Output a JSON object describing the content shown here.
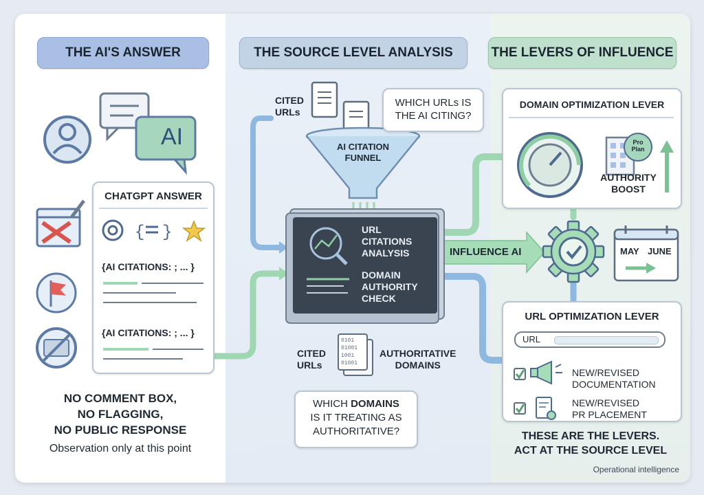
{
  "headers": {
    "left": "THE AI'S ANSWER",
    "mid": "THE SOURCE LEVEL ANALYSIS",
    "right": "THE LEVERS OF INFLUENCE"
  },
  "left": {
    "ai_badge": "AI",
    "answer_title": "CHATGPT ANSWER",
    "citation_1": "{AI CITATIONS: ; ... }",
    "citation_2": "{AI CITATIONS: ; ... }",
    "note_lines": [
      "NO COMMENT BOX,",
      "NO FLAGGING,",
      "NO PUBLIC RESPONSE"
    ],
    "observation": "Observation only at this point"
  },
  "mid": {
    "cited_urls_top": [
      "CITED",
      "URLs"
    ],
    "question_urls": [
      "WHICH URLs IS",
      "THE AI CITING?"
    ],
    "funnel_label": [
      "AI CITATION",
      "FUNNEL"
    ],
    "analysis_1": [
      "URL",
      "CITATIONS",
      "ANALYSIS"
    ],
    "analysis_2": [
      "DOMAIN",
      "AUTHORITY",
      "CHECK"
    ],
    "influence": "INFLUENCE AI",
    "cited_urls_bottom": [
      "CITED",
      "URLs"
    ],
    "authoritative_domains": [
      "AUTHORITATIVE",
      "DOMAINS"
    ],
    "binary_rows": [
      "0101",
      "01001",
      "1001",
      "01001"
    ],
    "question_domains_pre": "WHICH ",
    "question_domains_bold": "DOMAINS",
    "question_domains_rest": [
      "IS IT TREATING AS",
      "AUTHORITATIVE?"
    ]
  },
  "right": {
    "domain_lever_title": "DOMAIN OPTIMIZATION LEVER",
    "pro_plan": [
      "Pro",
      "Plan"
    ],
    "authority_boost": [
      "AUTHORITY",
      "BOOST"
    ],
    "calendar_from": "MAY",
    "calendar_to": "JUNE",
    "url_lever_title": "URL OPTIMIZATION LEVER",
    "url_field": "URL",
    "item_1": [
      "NEW/REVISED",
      "DOCUMENTATION"
    ],
    "item_2": [
      "NEW/REVISED",
      "PR PLACEMENT"
    ],
    "closing": [
      "THESE ARE THE LEVERS.",
      "ACT AT THE SOURCE LEVEL"
    ],
    "footer": "Operational intelligence"
  },
  "colors": {
    "header_left": "#a9bfe3",
    "header_mid": "#c3d3e6",
    "header_right": "#bfe0cc",
    "accent_green": "#8fcea4",
    "accent_blue": "#7aa9d8",
    "dark_panel": "#3a4450"
  }
}
